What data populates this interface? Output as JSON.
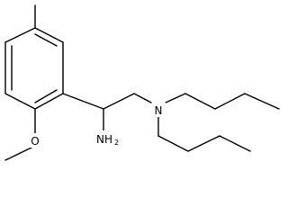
{
  "molecule": {
    "atoms": {
      "nitrogen": "N",
      "oxygen": "O",
      "amine": {
        "main": "NH",
        "subscript": "2"
      }
    }
  }
}
